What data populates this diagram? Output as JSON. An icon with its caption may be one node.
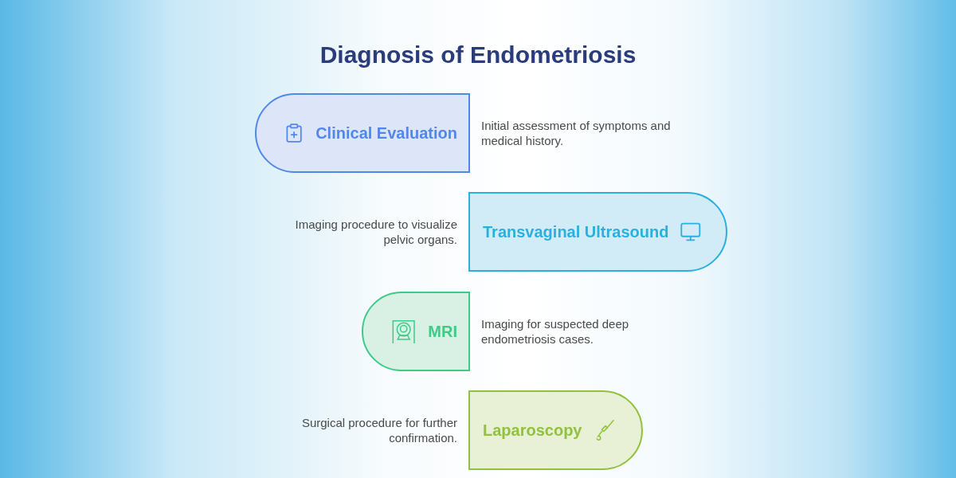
{
  "diagram": {
    "title": "Diagnosis of Endometriosis",
    "nodes": [
      {
        "text": [
          "Clinical Evaluation"
        ],
        "beside": [
          "Initial assessment of symptoms and medical history."
        ]
      },
      {
        "text": [
          "Transvaginal Ultrasound"
        ],
        "beside": [
          "Imaging procedure to visualize pelvic organs."
        ]
      },
      {
        "text": [
          "MRI"
        ],
        "beside": [
          "Imaging for suspected deep endometriosis cases."
        ]
      },
      {
        "text": [
          "Laparoscopy"
        ],
        "beside": [
          "Surgical procedure for further confirmation."
        ]
      }
    ]
  }
}
